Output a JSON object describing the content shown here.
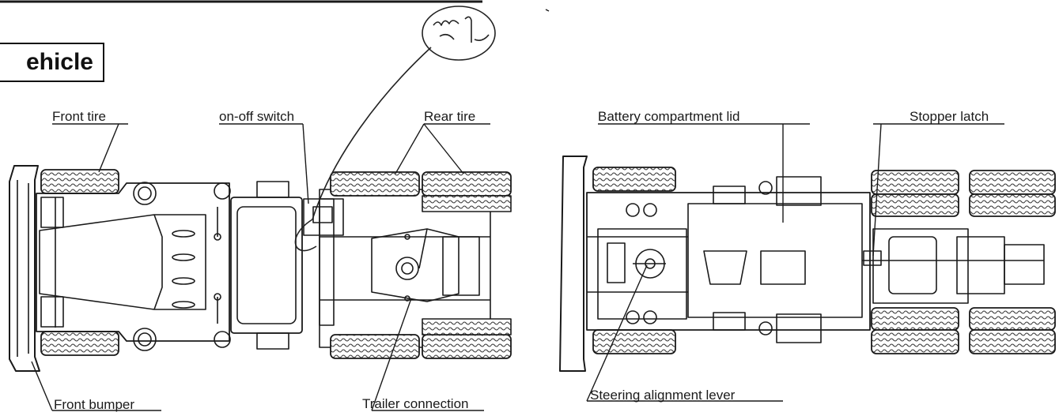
{
  "section": {
    "title": "ehicle"
  },
  "annotation": {
    "text": "スイッチ"
  },
  "labels": {
    "front_tire": "Front tire",
    "on_off_switch": "on-off switch",
    "rear_tire": "Rear tire",
    "front_bumper": "Front bumper",
    "trailer_connection": "Trailer connection",
    "battery_lid": "Battery compartment lid",
    "stopper_latch": "Stopper latch",
    "steering_lever": "Steering alignment lever"
  },
  "colors": {
    "ink": "#1a1a1a",
    "tread": "#3a3a3a",
    "paper": "#ffffff"
  }
}
